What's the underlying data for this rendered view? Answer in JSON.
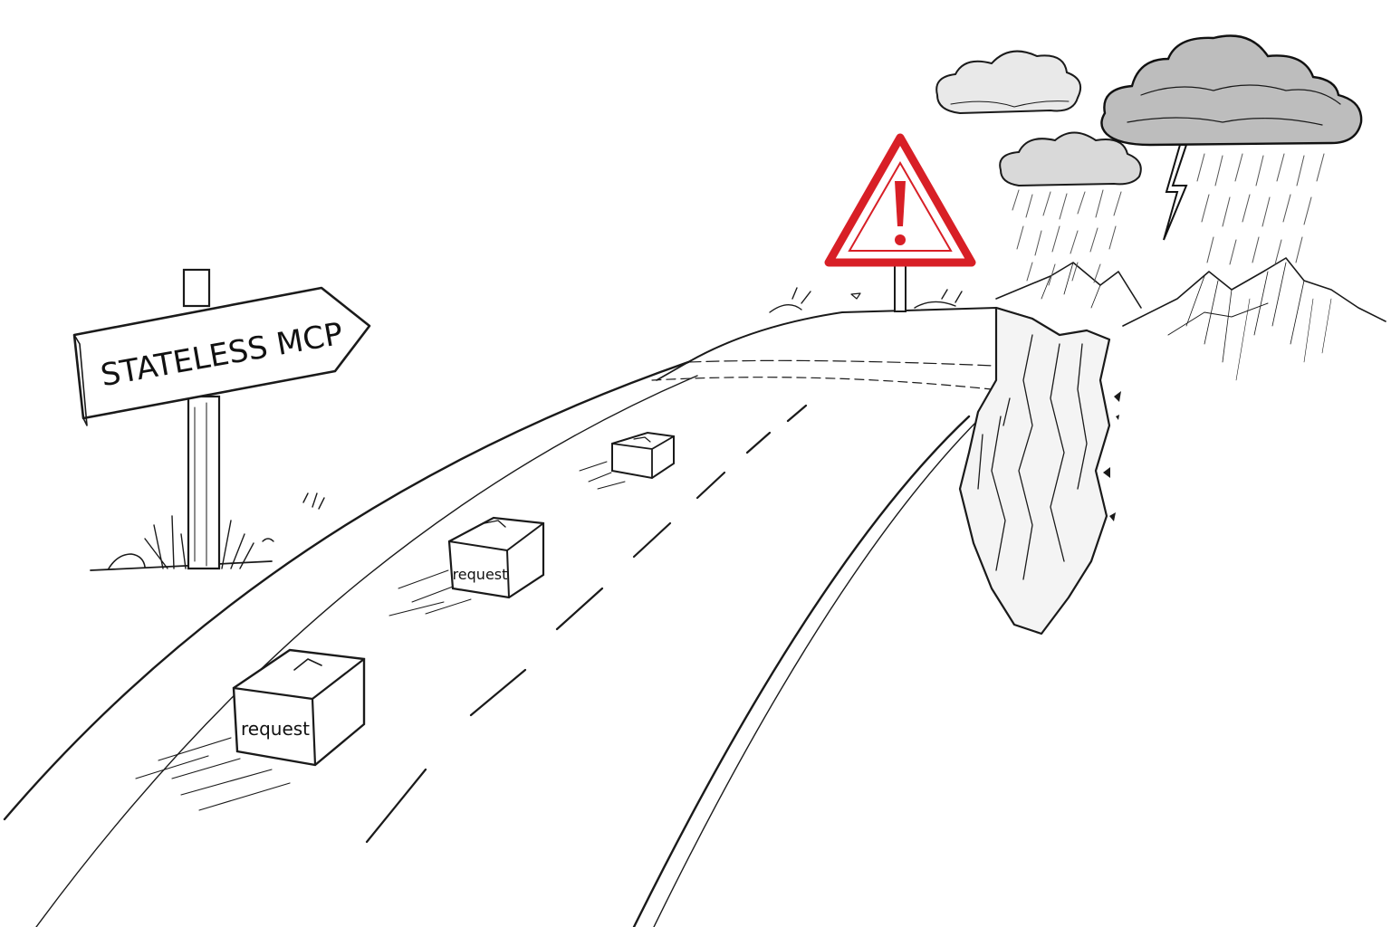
{
  "signpost": {
    "label": "STATELESS MCP"
  },
  "packages": [
    {
      "label": ""
    },
    {
      "label": "request"
    },
    {
      "label": "request"
    }
  ],
  "colors": {
    "ink": "#1a1a1a",
    "warning_red": "#d81f26",
    "paper": "#ffffff"
  },
  "icons": [
    "warning-triangle-icon",
    "storm-cloud-icon",
    "lightning-bolt-icon"
  ]
}
